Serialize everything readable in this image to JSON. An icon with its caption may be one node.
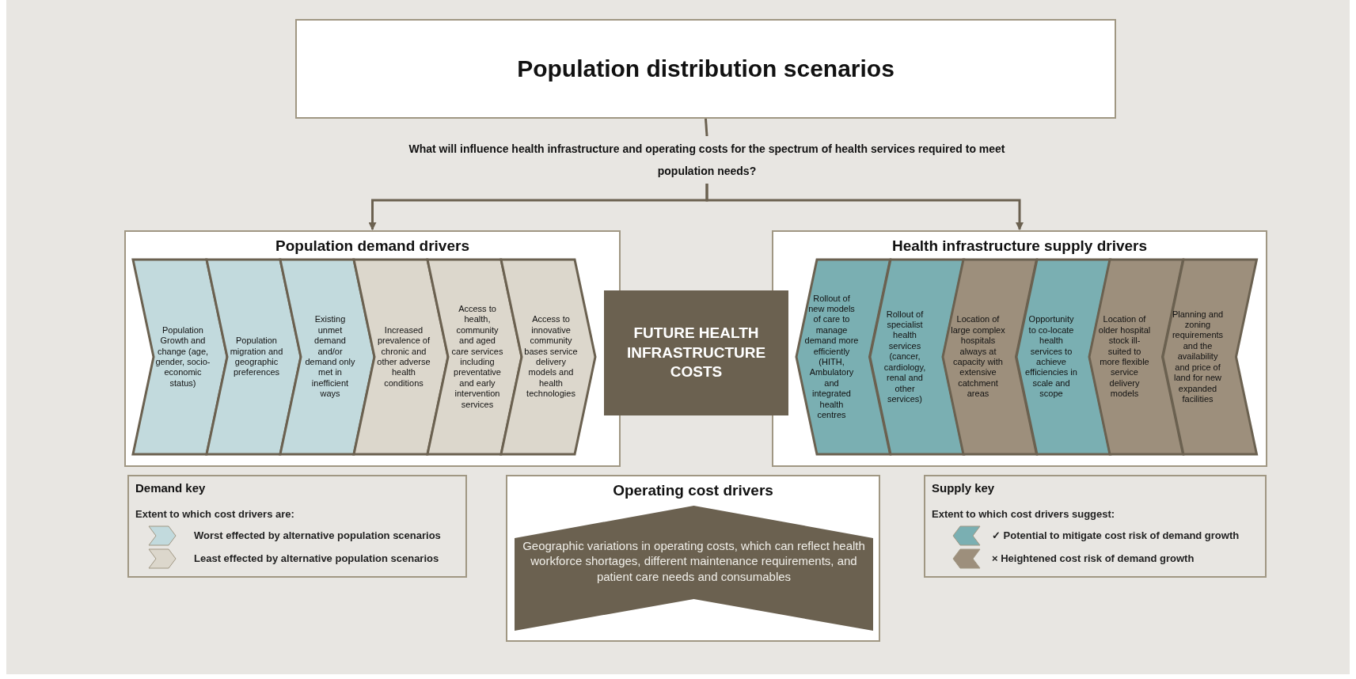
{
  "diagram": {
    "nodes": [
      {
        "text": [
          "Population distribution scenarios"
        ]
      },
      {
        "text": [
          "What will influence health infrastructure and operating costs for the spectrum of health services required to meet population needs?"
        ]
      },
      {
        "text": [
          "Population demand drivers"
        ]
      },
      {
        "text": [
          "Population Growth and change (age, gender, socio-economic status)"
        ],
        "in": 2
      },
      {
        "text": [
          "Population migration and geographic preferences"
        ],
        "in": 2
      },
      {
        "text": [
          "Existing unmet demand and/or demand only met in inefficient ways"
        ],
        "in": 2
      },
      {
        "text": [
          "Increased prevalence of chronic and other adverse health conditions"
        ],
        "in": 2
      },
      {
        "text": [
          "Access to health, community and aged care services including preventative and early intervention services"
        ],
        "in": 2
      },
      {
        "text": [
          "Access to innovative community bases service delivery models and health technologies"
        ],
        "in": 2
      },
      {
        "text": [
          "FUTURE HEALTH INFRASTRUCTURE COSTS"
        ]
      },
      {
        "text": [
          "Health infrastructure supply drivers"
        ]
      },
      {
        "text": [
          "Rollout of new models of care to manage demand more efficiently (HITH, Ambulatory and integrated health centres"
        ],
        "in": 10
      },
      {
        "text": [
          "Rollout of specialist health services (cancer, cardiology, renal and other services)"
        ],
        "in": 10
      },
      {
        "text": [
          "Location of large complex hospitals always at capacity with extensive catchment areas"
        ],
        "in": 10
      },
      {
        "text": [
          "Opportunity to co-locate health services to achieve efficiencies in scale and scope"
        ],
        "in": 10
      },
      {
        "text": [
          "Location of older hospital stock ill-suited to more flexible service delivery models"
        ],
        "in": 10
      },
      {
        "text": [
          "Planning and zoning requirements and the availability and price of land for new expanded facilities"
        ],
        "in": 10
      },
      {
        "text": [
          "Operating cost drivers"
        ]
      },
      {
        "text": [
          "Geographic variations in operating costs, which can reflect health workforce shortages, different maintenance requirements, and patient care needs and consumables"
        ],
        "in": 17
      }
    ],
    "edges": [
      {
        "from": 0,
        "to": 1,
        "arrow": "none"
      },
      {
        "from": 1,
        "to": 2,
        "arrow": "to"
      },
      {
        "from": 1,
        "to": 10,
        "arrow": "to"
      }
    ],
    "labels": [
      "Demand key",
      "Extent to which cost drivers are:",
      "Supply key",
      "Extent to which cost drivers suggest:"
    ],
    "legend": [
      {
        "text": "Worst effected by alternative population scenarios",
        "color": "#c2dadd"
      },
      {
        "text": "Least effected by alternative population scenarios",
        "color": "#dcd7cc"
      },
      {
        "text": "✓ Potential to mitigate cost risk of demand growth",
        "color": "#7aafb2"
      },
      {
        "text": "× Heightened cost risk of demand growth",
        "color": "#9d8f7c"
      }
    ]
  }
}
